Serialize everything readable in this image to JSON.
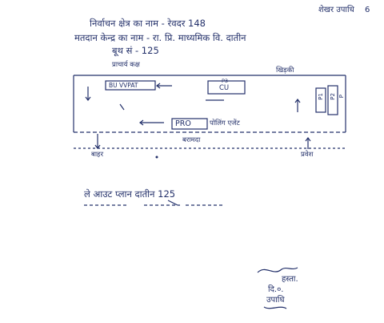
{
  "header": {
    "top_right": "शेखर उपाधि",
    "page_no": "6",
    "line1": "निर्वाचन क्षेत्र का नाम - रेवदर 148",
    "line2": "मतदान केन्द्र का नाम - रा. प्रि. माध्यमिक वि. दातीन",
    "line3": "बूथ सं - 125"
  },
  "diagram": {
    "top_left_label": "प्राचार्य कक्ष",
    "top_right_label": "खिड़की",
    "box_bu_vvpat": "BU VVPAT",
    "box_cu_top": "P3",
    "box_cu": "CU",
    "box_p1": "P1",
    "box_p2": "P2",
    "box_p_right": "P",
    "pro": "PRO",
    "pro_note": "पोलिंग एजेंट",
    "bottom_label": "बरामदा",
    "exit_label": "बाहर",
    "entry_label": "प्रवेश"
  },
  "footer_line": "ले आउट प्लान दातीन 125",
  "signature": {
    "line1": "हस्ता.",
    "line2": "दि.०.",
    "line3": "उपाधि"
  },
  "colors": {
    "ink": "#23306a",
    "paper": "#ffffff"
  }
}
